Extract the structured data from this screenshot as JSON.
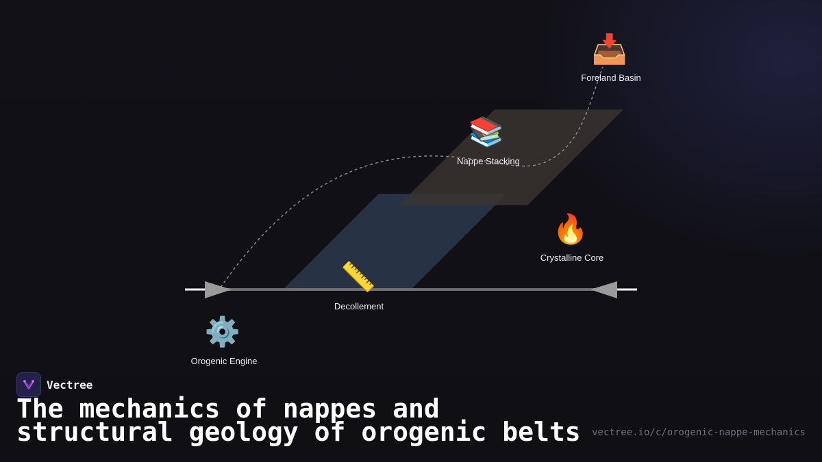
{
  "diagram": {
    "nodes": [
      {
        "id": "foreland",
        "icon": "📥",
        "icon_name": "inbox-tray-icon",
        "label": "Foreland Basin"
      },
      {
        "id": "nappe",
        "icon": "📚",
        "icon_name": "books-icon",
        "label": "Nappe Stacking"
      },
      {
        "id": "crystalline",
        "icon": "🔥",
        "icon_name": "fire-icon",
        "label": "Crystalline Core"
      },
      {
        "id": "decollement",
        "icon": "📏",
        "icon_name": "ruler-icon",
        "label": "Decollement"
      },
      {
        "id": "engine",
        "icon": "⚙️",
        "icon_name": "gear-icon",
        "label": "Orogenic Engine"
      }
    ],
    "colors": {
      "compression_axis": "#8a8a8a",
      "arrow_head": "#9a9a9a",
      "axis_cap": "#ffffff",
      "blue_panel": "#2c3a4c",
      "brown_panel": "#3a3430",
      "dashed_path": "#9a9aa2"
    }
  },
  "brand": {
    "name": "Vectree"
  },
  "title": "The mechanics of nappes and structural geology of orogenic belts",
  "url": "vectree.io/c/orogenic-nappe-mechanics"
}
